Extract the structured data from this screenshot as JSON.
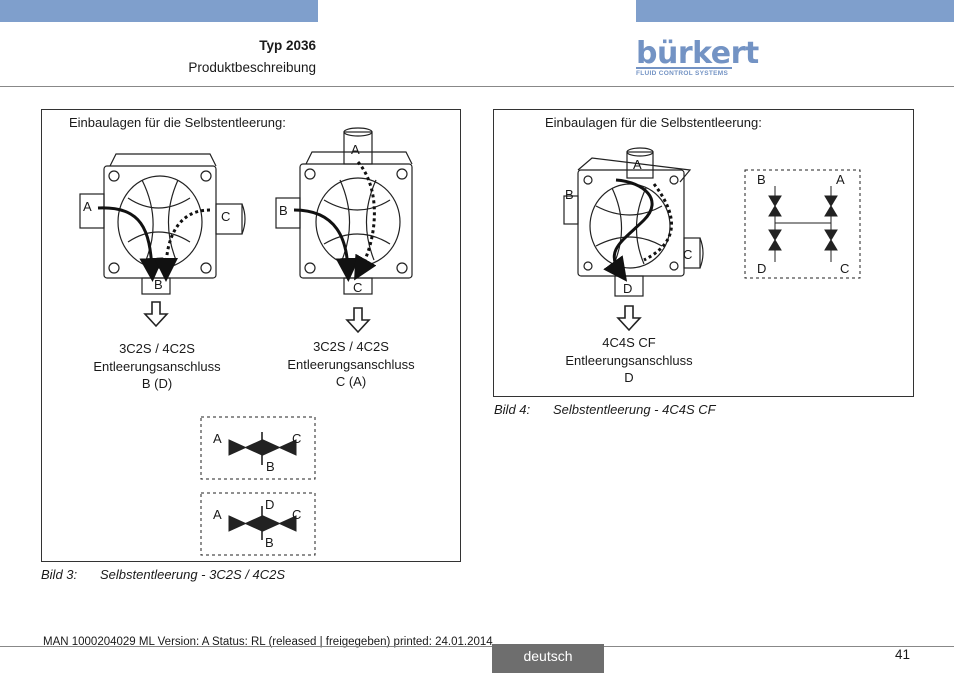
{
  "header": {
    "title": "Typ 2036",
    "subtitle": "Produktbeschreibung",
    "logo_word": "bürkert",
    "logo_tagline": "FLUID CONTROL SYSTEMS",
    "band_color": "#7f9fcc",
    "logo_color": "#7393c4"
  },
  "figure3": {
    "heading": "Einbaulagen für die Selbstentleerung:",
    "left_valve": {
      "port_a": "A",
      "port_b": "B",
      "port_c": "C",
      "caption_line1": "3C2S / 4C2S",
      "caption_line2": "Entleerungsanschluss",
      "caption_line3": "B (D)"
    },
    "right_valve": {
      "port_a": "A",
      "port_b": "B",
      "port_c": "C",
      "caption_line1": "3C2S / 4C2S",
      "caption_line2": "Entleerungsanschluss",
      "caption_line3": "C (A)"
    },
    "schematic1": {
      "a": "A",
      "c": "C",
      "b": "B"
    },
    "schematic2": {
      "a": "A",
      "c": "C",
      "d": "D",
      "b": "B"
    },
    "caption_number": "Bild 3:",
    "caption_text": "Selbstentleerung - 3C2S / 4C2S"
  },
  "figure4": {
    "heading": "Einbaulagen für die Selbstentleerung:",
    "valve": {
      "port_a": "A",
      "port_b": "B",
      "port_c": "C",
      "port_d": "D",
      "caption_line1": "4C4S CF",
      "caption_line2": "Entleerungsanschluss",
      "caption_line3": "D"
    },
    "schematic": {
      "b": "B",
      "a": "A",
      "d": "D",
      "c": "C"
    },
    "caption_number": "Bild 4:",
    "caption_text": "Selbstentleerung - 4C4S CF"
  },
  "footer": {
    "print_info": "MAN  1000204029  ML  Version: A Status: RL (released | freigegeben)  printed: 24.01.2014",
    "language": "deutsch",
    "page_number": "41"
  }
}
